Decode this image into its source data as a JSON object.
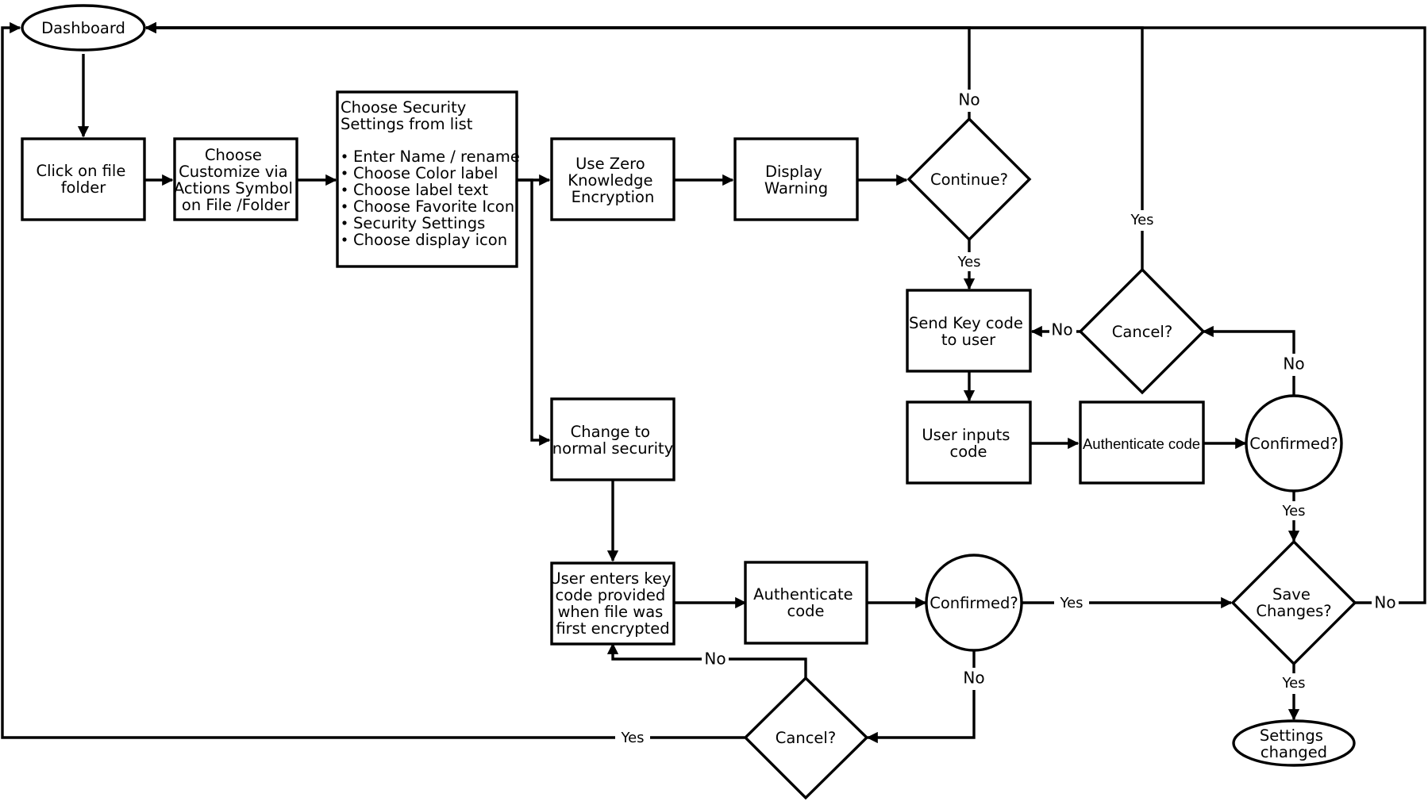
{
  "nodes": {
    "dashboard": "Dashboard",
    "click_folder": [
      "Click on file",
      "folder"
    ],
    "choose_customize": [
      "Choose",
      "Customize via",
      "Actions Symbol",
      "on File /Folder"
    ],
    "security_list": {
      "heading": [
        "Choose Security",
        "Settings from list"
      ],
      "items": [
        "Enter Name / rename",
        "Choose Color label",
        "Choose label text",
        "Choose Favorite Icon",
        "Security Settings",
        "Choose display icon"
      ]
    },
    "zero_knowledge": [
      "Use Zero",
      "Knowledge",
      "Encryption"
    ],
    "display_warning": [
      "Display",
      "Warning"
    ],
    "continue_q": "Continue?",
    "send_key": [
      "Send Key code",
      "to user"
    ],
    "cancel_q_top": "Cancel?",
    "user_inputs": [
      "User inputs",
      "code"
    ],
    "authenticate_top": "Authenticate code",
    "confirmed_top": "Confirmed?",
    "normal_security": [
      "Change to",
      "normal security"
    ],
    "user_enters_key": [
      "User enters key",
      "code provided",
      "when file was",
      "first encrypted"
    ],
    "authenticate_bottom": [
      "Authenticate",
      "code"
    ],
    "confirmed_bottom": "Confirmed?",
    "save_changes": [
      "Save",
      "Changes?"
    ],
    "cancel_q_bottom": "Cancel?",
    "settings_changed": [
      "Settings",
      "changed"
    ]
  },
  "edge_labels": {
    "continue_no": "No",
    "continue_yes": "Yes",
    "cancel_top_yes": "Yes",
    "cancel_top_no": "No",
    "confirmed_top_no": "No",
    "confirmed_top_yes": "Yes",
    "confirmed_bottom_yes": "Yes",
    "confirmed_bottom_no": "No",
    "save_no": "No",
    "save_yes": "Yes",
    "cancel_bottom_no": "No",
    "cancel_bottom_yes": "Yes"
  }
}
